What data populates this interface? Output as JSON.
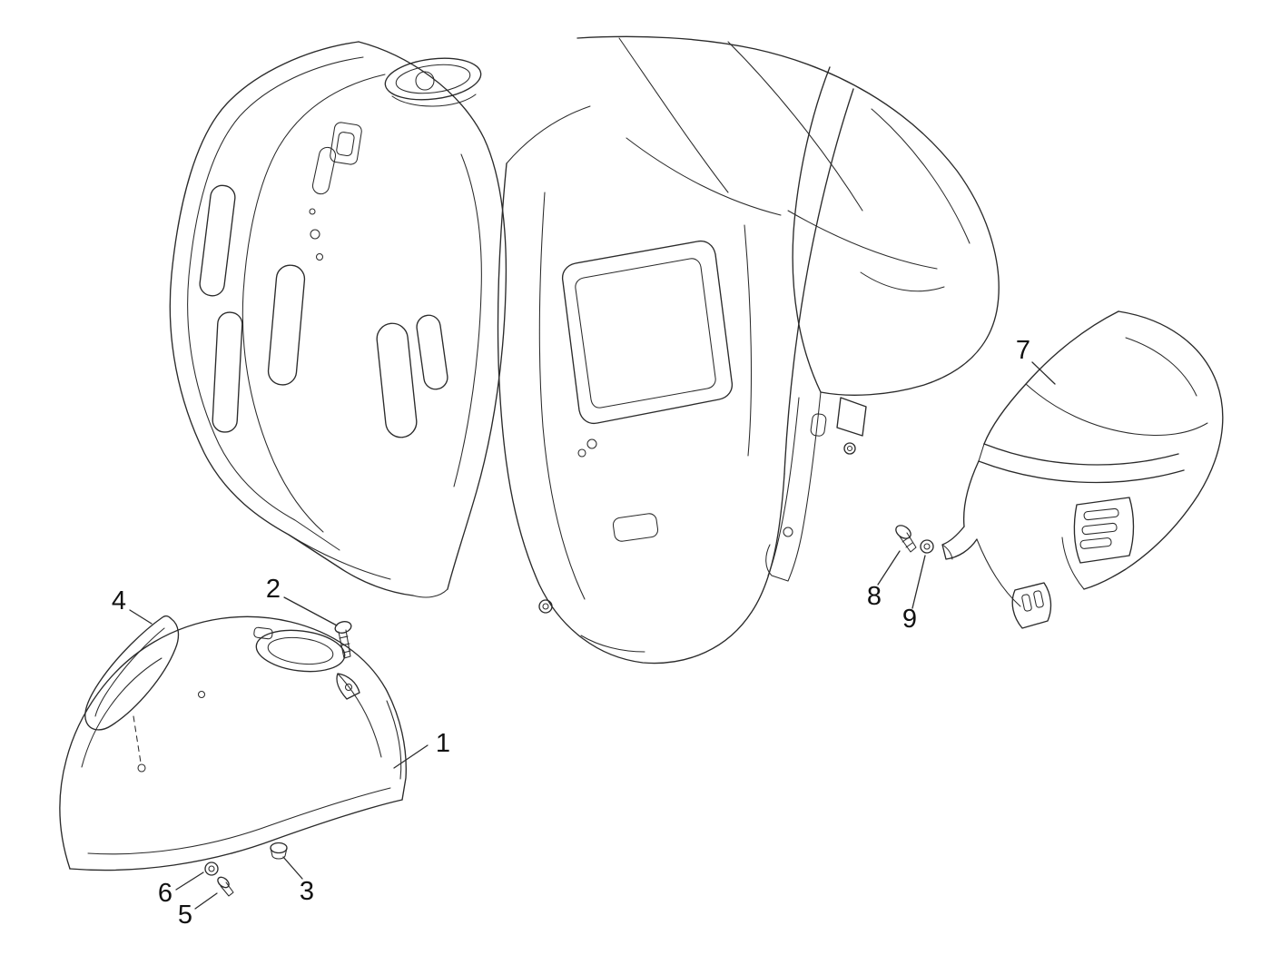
{
  "page": {
    "background_color": "#ffffff",
    "line_color": "#2b2b2b",
    "callout_color": "#111111"
  },
  "diagram": {
    "callouts": [
      {
        "label": "1"
      },
      {
        "label": "2"
      },
      {
        "label": "3"
      },
      {
        "label": "4"
      },
      {
        "label": "5"
      },
      {
        "label": "6"
      },
      {
        "label": "7"
      },
      {
        "label": "8"
      },
      {
        "label": "9"
      }
    ]
  }
}
